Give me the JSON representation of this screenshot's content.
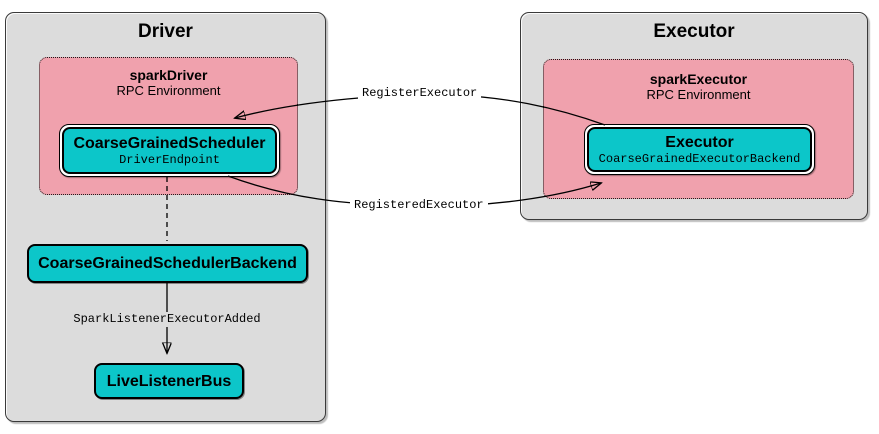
{
  "driver": {
    "title": "Driver",
    "rpc_env": {
      "name": "sparkDriver",
      "subtitle": "RPC Environment"
    },
    "endpoint": {
      "title": "CoarseGrainedScheduler",
      "subtitle": "DriverEndpoint"
    },
    "backend": {
      "title": "CoarseGrainedSchedulerBackend"
    },
    "bus": {
      "title": "LiveListenerBus"
    },
    "event_label": "SparkListenerExecutorAdded"
  },
  "executor": {
    "title": "Executor",
    "rpc_env": {
      "name": "sparkExecutor",
      "subtitle": "RPC Environment"
    },
    "endpoint": {
      "title": "Executor",
      "subtitle": "CoarseGrainedExecutorBackend"
    }
  },
  "messages": {
    "register": "RegisterExecutor",
    "registered": "RegisteredExecutor"
  },
  "colors": {
    "container_fill": "#dcdcdc",
    "rpc_fill": "#f0a1ad",
    "node_fill": "#0cc6c9"
  }
}
